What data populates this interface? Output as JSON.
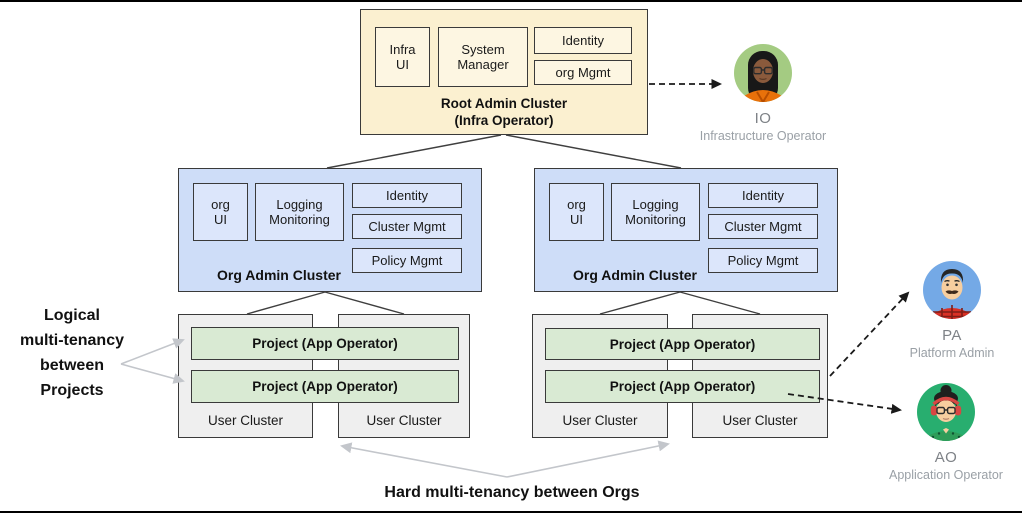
{
  "root_cluster": {
    "title": "Root Admin Cluster",
    "subtitle": "(Infra Operator)",
    "components": [
      "Infra UI",
      "System Manager",
      "Identity",
      "org Mgmt"
    ]
  },
  "org_clusters": [
    {
      "title": "Org Admin Cluster",
      "components": [
        "org UI",
        "Logging Monitoring",
        "Identity",
        "Cluster Mgmt",
        "Policy Mgmt"
      ]
    },
    {
      "title": "Org Admin Cluster",
      "components": [
        "org UI",
        "Logging Monitoring",
        "Identity",
        "Cluster Mgmt",
        "Policy Mgmt"
      ]
    }
  ],
  "user_groups": [
    {
      "projects": [
        "Project (App Operator)",
        "Project (App Operator)"
      ],
      "clusters": [
        "User Cluster",
        "User Cluster"
      ]
    },
    {
      "projects": [
        "Project (App Operator)",
        "Project (App Operator)"
      ],
      "clusters": [
        "User Cluster",
        "User Cluster"
      ]
    }
  ],
  "annotations": {
    "logical": "Logical\nmulti-tenancy\nbetween\nProjects",
    "hard": "Hard multi-tenancy between Orgs"
  },
  "personas": [
    {
      "abbr": "IO",
      "role": "Infrastructure Operator",
      "bg_color": "#A4CB82"
    },
    {
      "abbr": "PA",
      "role": "Platform Admin",
      "bg_color": "#74A9E6"
    },
    {
      "abbr": "AO",
      "role": "Application Operator",
      "bg_color": "#28AE6F"
    }
  ],
  "colors": {
    "root_cluster_fill": "#FBF0D0",
    "root_component_fill": "#FDF6E2",
    "org_cluster_fill": "#CEDDF8",
    "org_component_fill": "#DCE6FB",
    "user_cluster_fill": "#EFEFEF",
    "project_fill": "#D9EAD3",
    "box_border": "#3A3A3A",
    "gray_arrow": "#C3C6CB",
    "dashed_arrow": "#1A1A1A",
    "muted_text": "#9AA0A6"
  }
}
